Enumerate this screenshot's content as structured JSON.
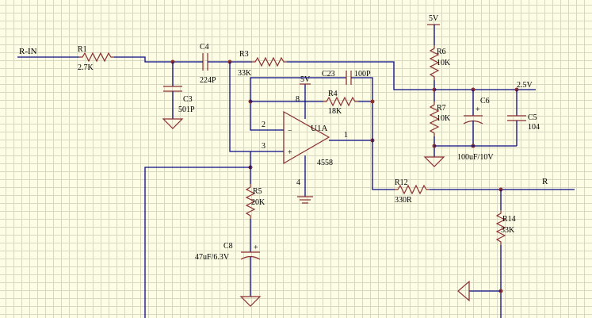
{
  "nets": {
    "input": "R-IN",
    "output": "R",
    "vcc": "5V",
    "vcc_opamp": "5V",
    "vref": "2.5V"
  },
  "resistors": {
    "r1": {
      "ref": "R1",
      "value": "2.7K"
    },
    "r3": {
      "ref": "R3",
      "value": "33K"
    },
    "r4": {
      "ref": "R4",
      "value": "18K"
    },
    "r5": {
      "ref": "R5",
      "value": "20K"
    },
    "r6": {
      "ref": "R6",
      "value": "10K"
    },
    "r7": {
      "ref": "R7",
      "value": "10K"
    },
    "r12": {
      "ref": "R12",
      "value": "330R"
    },
    "r14": {
      "ref": "R14",
      "value": "33K"
    }
  },
  "capacitors": {
    "c3": {
      "ref": "C3",
      "value": "501P"
    },
    "c4": {
      "ref": "C4",
      "value": "224P"
    },
    "c5": {
      "ref": "C5",
      "value": "104"
    },
    "c6": {
      "ref": "C6",
      "value": "100uF/10V"
    },
    "c8": {
      "ref": "C8",
      "value": "47uF/6.3V"
    },
    "c23": {
      "ref": "C23",
      "value": "100P"
    }
  },
  "opamp": {
    "ref": "U1A",
    "part": "4558",
    "pin_inv": "2",
    "pin_noninv": "3",
    "pin_out": "1",
    "pin_gnd": "4",
    "pin_vcc": "8",
    "sign_minus": "−",
    "sign_plus": "+"
  },
  "polarity": {
    "c6": "+",
    "c8": "+"
  }
}
